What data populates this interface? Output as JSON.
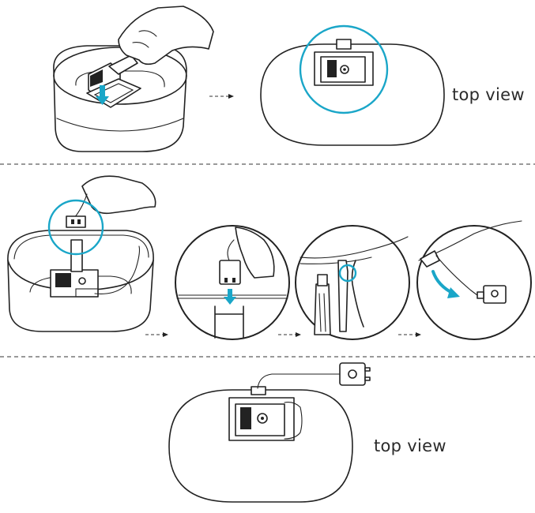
{
  "labels": {
    "top_view_1": "top view",
    "top_view_2": "top view"
  },
  "steps": [
    {
      "name": "insert-pump-into-base"
    },
    {
      "name": "top-view-pump-seated"
    },
    {
      "name": "thread-cable-through-slot"
    },
    {
      "name": "detail-plug-inserted-into-slot"
    },
    {
      "name": "detail-cable-hooked-in-clip"
    },
    {
      "name": "detail-plug-exits-base"
    },
    {
      "name": "top-view-final-assembly"
    }
  ],
  "colors": {
    "accent": "#1aa6c8",
    "line": "#222222",
    "background": "#ffffff"
  }
}
